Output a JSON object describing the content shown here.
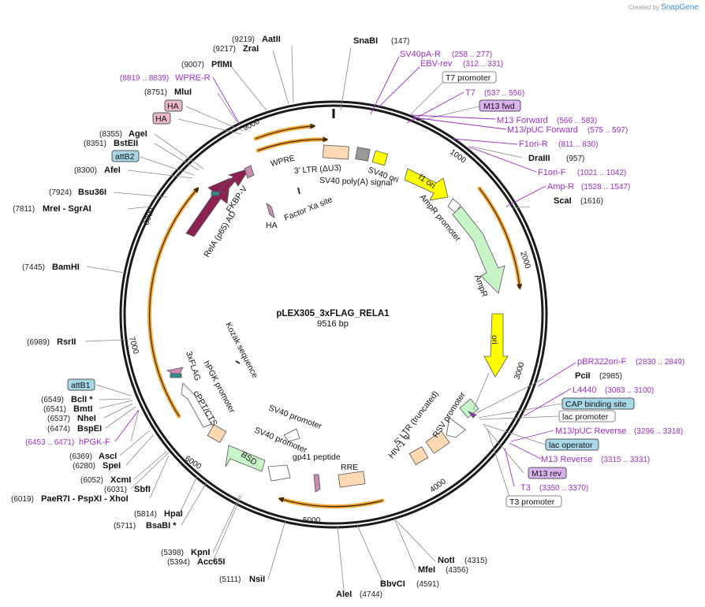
{
  "watermark": {
    "created_by": "Created by",
    "brand": "SnapGene"
  },
  "plasmid": {
    "name": "pLEX305_3xFLAG_RELA1",
    "size": "9516 bp"
  },
  "ticks": [
    "1000",
    "2000",
    "3000",
    "4000",
    "5000",
    "6000",
    "7000",
    "8000",
    "9000"
  ],
  "colors": {
    "ring": "#1a1a1a",
    "orange": "#f3a533",
    "primer": "#9b30c8",
    "green": "#c8f5c8",
    "yellow": "#ffff00",
    "maroon": "#8b2252",
    "peach": "#ffd9b3"
  },
  "enzymes": [
    {
      "pos": "(147)",
      "name": "SnaBI"
    },
    {
      "pos": "(957)",
      "name": "DraIII"
    },
    {
      "pos": "(1616)",
      "name": "ScaI"
    },
    {
      "pos": "(2985)",
      "name": "PciI"
    },
    {
      "pos": "(4315)",
      "name": "NotI"
    },
    {
      "pos": "(4356)",
      "name": "MfeI"
    },
    {
      "pos": "(4591)",
      "name": "BbvCI"
    },
    {
      "pos": "(4744)",
      "name": "AleI"
    },
    {
      "pos": "(5111)",
      "name": "NsiI"
    },
    {
      "pos": "(5394)",
      "name": "Acc65I"
    },
    {
      "pos": "(5398)",
      "name": "KpnI"
    },
    {
      "pos": "(5711)",
      "name": "BsaBI *"
    },
    {
      "pos": "(5814)",
      "name": "HpaI"
    },
    {
      "pos": "(6019)",
      "name": "PaeR7I - PspXI - XhoI"
    },
    {
      "pos": "(6031)",
      "name": "SbfI"
    },
    {
      "pos": "(6052)",
      "name": "XcmI"
    },
    {
      "pos": "(6280)",
      "name": "SpeI"
    },
    {
      "pos": "(6369)",
      "name": "AscI"
    },
    {
      "pos": "(6474)",
      "name": "BspEI"
    },
    {
      "pos": "(6537)",
      "name": "NheI"
    },
    {
      "pos": "(6541)",
      "name": "BmtI"
    },
    {
      "pos": "(6549)",
      "name": "BclI *"
    },
    {
      "pos": "(6989)",
      "name": "RsrII"
    },
    {
      "pos": "(7445)",
      "name": "BamHI"
    },
    {
      "pos": "(7811)",
      "name": "MreI - SgrAI"
    },
    {
      "pos": "(7924)",
      "name": "Bsu36I"
    },
    {
      "pos": "(8300)",
      "name": "AfeI"
    },
    {
      "pos": "(8351)",
      "name": "BstEII"
    },
    {
      "pos": "(8355)",
      "name": "AgeI"
    },
    {
      "pos": "(8751)",
      "name": "MluI"
    },
    {
      "pos": "(9007)",
      "name": "PflMI"
    },
    {
      "pos": "(9217)",
      "name": "ZraI"
    },
    {
      "pos": "(9219)",
      "name": "AatII"
    }
  ],
  "primers": [
    {
      "name": "SV40pA-R",
      "pos": "(258 .. 277)"
    },
    {
      "name": "EBV-rev",
      "pos": "(312 .. 331)"
    },
    {
      "name": "T7",
      "pos": "(537 .. 556)"
    },
    {
      "name": "M13 Forward",
      "pos": "(566 .. 583)"
    },
    {
      "name": "M13/pUC Forward",
      "pos": "(575 .. 597)"
    },
    {
      "name": "F1ori-R",
      "pos": "(811 .. 830)"
    },
    {
      "name": "F1ori-F",
      "pos": "(1021 .. 1042)"
    },
    {
      "name": "Amp-R",
      "pos": "(1528 .. 1547)"
    },
    {
      "name": "pBR322ori-F",
      "pos": "(2830 .. 2849)"
    },
    {
      "name": "L4440",
      "pos": "(3083 .. 3100)"
    },
    {
      "name": "M13/pUC Reverse",
      "pos": "(3296 .. 3318)"
    },
    {
      "name": "M13 Reverse",
      "pos": "(3315 .. 3331)"
    },
    {
      "name": "T3",
      "pos": "(3350 .. 3370)"
    },
    {
      "name": "hPGK-F",
      "pos": "(6453 .. 6471)"
    },
    {
      "name": "WPRE-R",
      "pos": "(8819 .. 8839)"
    }
  ],
  "boxed": [
    {
      "label": "T7 promoter"
    },
    {
      "label": "M13 fwd"
    },
    {
      "label": "CAP binding site"
    },
    {
      "label": "lac promoter"
    },
    {
      "label": "lac operator"
    },
    {
      "label": "M13 rev"
    },
    {
      "label": "T3 promoter"
    },
    {
      "label": "attB1"
    },
    {
      "label": "attB2"
    },
    {
      "label": "HA"
    },
    {
      "label": "HA"
    }
  ],
  "features": [
    {
      "label": "f1 ori"
    },
    {
      "label": "AmpR promoter"
    },
    {
      "label": "AmpR"
    },
    {
      "label": "ori"
    },
    {
      "label": "RSV promoter"
    },
    {
      "label": "5' LTR (truncated)"
    },
    {
      "label": "HIV-1 Ψ"
    },
    {
      "label": "RRE"
    },
    {
      "label": "gp41 peptide"
    },
    {
      "label": "SV40 promoter"
    },
    {
      "label": "BSD"
    },
    {
      "label": "SV40 promoter"
    },
    {
      "label": "cPPT/CTS"
    },
    {
      "label": "hPGK promoter"
    },
    {
      "label": "Kozak sequence"
    },
    {
      "label": "3xFLAG"
    },
    {
      "label": "RelA (p65) AD"
    },
    {
      "label": "FKBP-V"
    },
    {
      "label": "HA"
    },
    {
      "label": "Factor Xa site"
    },
    {
      "label": "WPRE"
    },
    {
      "label": "3' LTR (ΔU3)"
    },
    {
      "label": "SV40 poly(A) signal"
    },
    {
      "label": "SV40 ori"
    }
  ]
}
